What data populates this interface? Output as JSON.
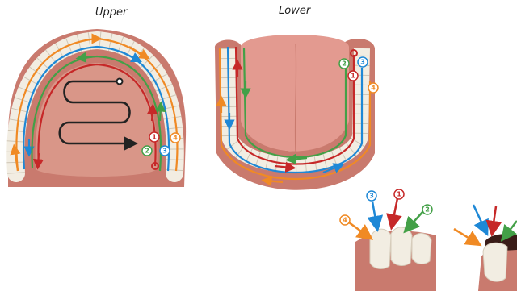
{
  "titles": {
    "upper": "Upper",
    "lower": "Lower"
  },
  "colors": {
    "red": "#c62828",
    "green": "#43a047",
    "blue": "#1e88d6",
    "orange": "#f08a24",
    "black": "#222222",
    "gum": "#c97a6e",
    "palate": "#d99688",
    "tongue": "#e39a90",
    "tooth": "#f2ede2"
  },
  "markers": [
    "1",
    "2",
    "3",
    "4"
  ],
  "sequence_colors": {
    "1": "red",
    "2": "green",
    "3": "blue",
    "4": "orange"
  }
}
